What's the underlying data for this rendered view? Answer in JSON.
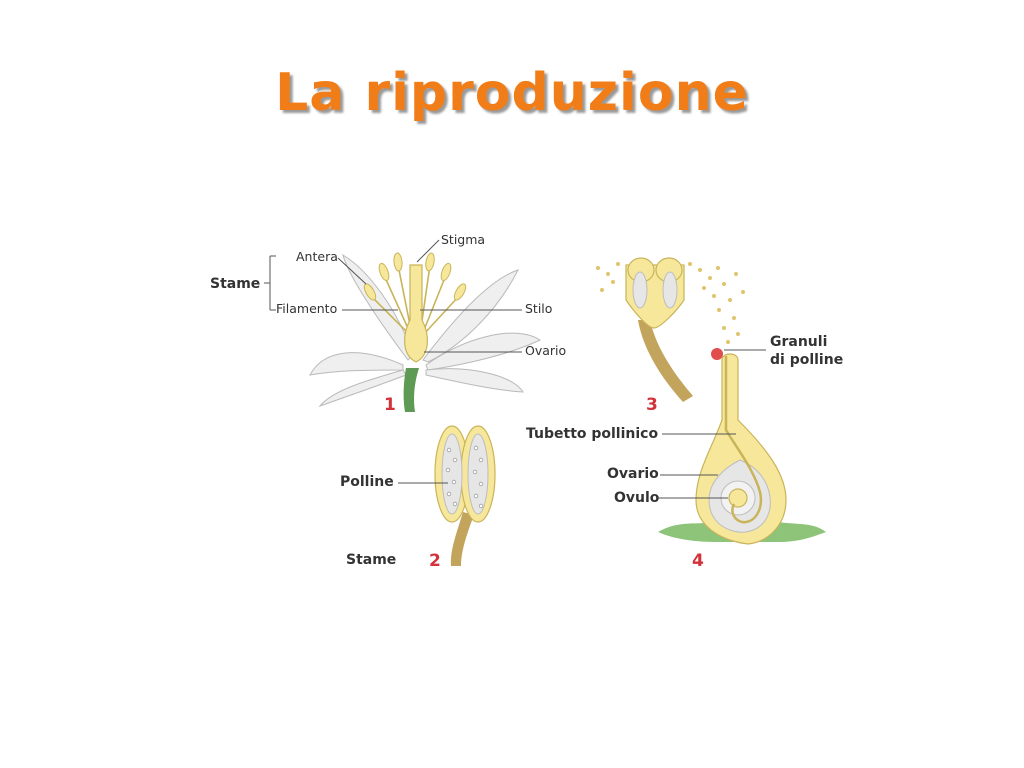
{
  "slide": {
    "title": "La riproduzione"
  },
  "colors": {
    "title": "#f07d18",
    "petal": "#efefef",
    "petal_edge": "#b9b9b9",
    "yellow": "#f6e79a",
    "yellow_edge": "#c9b45a",
    "stem": "#5f9a55",
    "sepal": "#8dc47a",
    "filament_stalk": "#c2a45c",
    "number": "#d2323a",
    "pollen": "#e0c46a",
    "pollen_grain_red": "#e14c4c"
  },
  "diagram": {
    "labels": {
      "stame_1": "Stame",
      "antera": "Antera",
      "filamento": "Filamento",
      "stigma": "Stigma",
      "stilo": "Stilo",
      "ovario_1": "Ovario",
      "polline": "Polline",
      "stame_2": "Stame",
      "granuli_line1": "Granuli",
      "granuli_line2": "di polline",
      "tubetto": "Tubetto pollinico",
      "ovario_4": "Ovario",
      "ovulo": "Ovulo"
    },
    "numbers": {
      "n1": "1",
      "n2": "2",
      "n3": "3",
      "n4": "4"
    }
  }
}
